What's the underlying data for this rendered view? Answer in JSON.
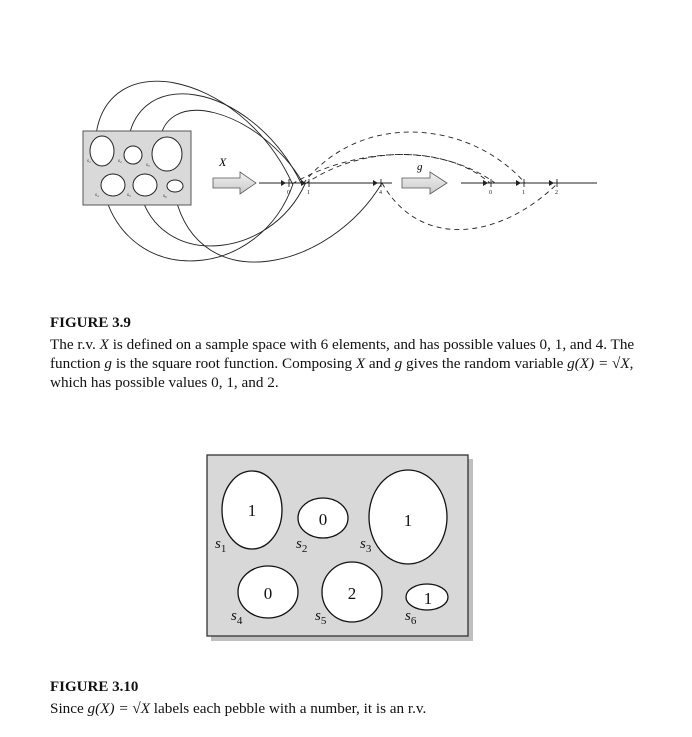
{
  "figure_3_9": {
    "title": "FIGURE 3.9",
    "caption_part1": "The r.v. ",
    "caption_x1": "X",
    "caption_part2": " is defined on a sample space with 6 elements, and has possible values 0, 1, and 4. The function ",
    "caption_g1": "g",
    "caption_part3": " is the square root function. Composing ",
    "caption_x2": "X",
    "caption_part4": " and ",
    "caption_g2": "g",
    "caption_part5": " gives the random variable ",
    "caption_expr": "g(X) = √X",
    "caption_part6": ", which has possible values 0, 1, and 2.",
    "arrow_x_label": "X",
    "arrow_g_label": "g",
    "axis1_ticks": [
      "0",
      "1",
      "4"
    ],
    "axis2_ticks": [
      "0",
      "1",
      "2"
    ],
    "pebble_labels": [
      "s1",
      "s2",
      "s3",
      "s4",
      "s5",
      "s6"
    ]
  },
  "figure_3_10": {
    "title": "FIGURE 3.10",
    "caption_part1": "Since ",
    "caption_expr": "g(X) = √X",
    "caption_part2": " labels each pebble with a number, it is an r.v.",
    "pebbles": [
      {
        "name": "s",
        "sub": "1",
        "value": "1"
      },
      {
        "name": "s",
        "sub": "2",
        "value": "0"
      },
      {
        "name": "s",
        "sub": "3",
        "value": "1"
      },
      {
        "name": "s",
        "sub": "4",
        "value": "0"
      },
      {
        "name": "s",
        "sub": "5",
        "value": "2"
      },
      {
        "name": "s",
        "sub": "6",
        "value": "1"
      }
    ]
  }
}
